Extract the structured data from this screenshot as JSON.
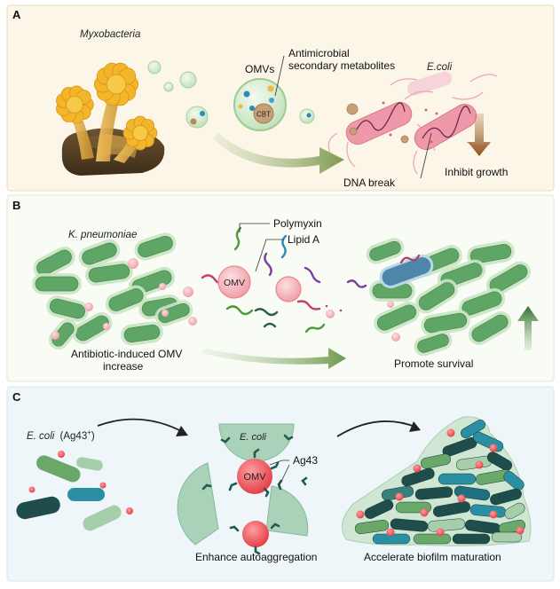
{
  "panels": {
    "a": {
      "letter": "A",
      "organism": "Myxobacteria",
      "omvs_label": "OMVs",
      "metabolites_line1": "Antimicrobial",
      "metabolites_line2": "secondary metabolites",
      "target": "E.coli",
      "cbt": "CBT",
      "dna_break": "DNA break",
      "inhibit": "Inhibit growth",
      "colors": {
        "bg": "#fbf6e8",
        "border": "#ecdcb8",
        "stalk": "#d8a43c",
        "petal": "#f3b52a",
        "arrow": "#7e9a52",
        "down_arrow": "#8a4f1e"
      }
    },
    "b": {
      "letter": "B",
      "organism": "K. pneumoniae",
      "polymyxin": "Polymyxin",
      "lipid_a": "Lipid A",
      "omv": "OMV",
      "caption_line1": "Antibiotic-induced OMV",
      "caption_line2": "increase",
      "outcome": "Promote survival",
      "colors": {
        "bg": "#f9fbf5",
        "border": "#dfe8d3",
        "rod": "#5ea566",
        "rod_light": "#b9ddb3",
        "omv": "#f2a6ad",
        "up_arrow": "#3f7a3c"
      }
    },
    "c": {
      "letter": "C",
      "strain_italic": "E. coli",
      "strain_rest": "(Ag43",
      "strain_sup": "+",
      "strain_close": ")",
      "ecoli": "E. coli",
      "omv": "OMV",
      "ag43": "Ag43",
      "caption_mid": "Enhance autoaggregation",
      "caption_right": "Accelerate biofilm maturation",
      "colors": {
        "bg": "#eef6f9",
        "border": "#d6e7ee",
        "teal": "#2a8fa3",
        "dark": "#1f4d4c",
        "green": "#6aa86a",
        "pale": "#a7ceab",
        "omv": "#e8474c"
      }
    }
  }
}
